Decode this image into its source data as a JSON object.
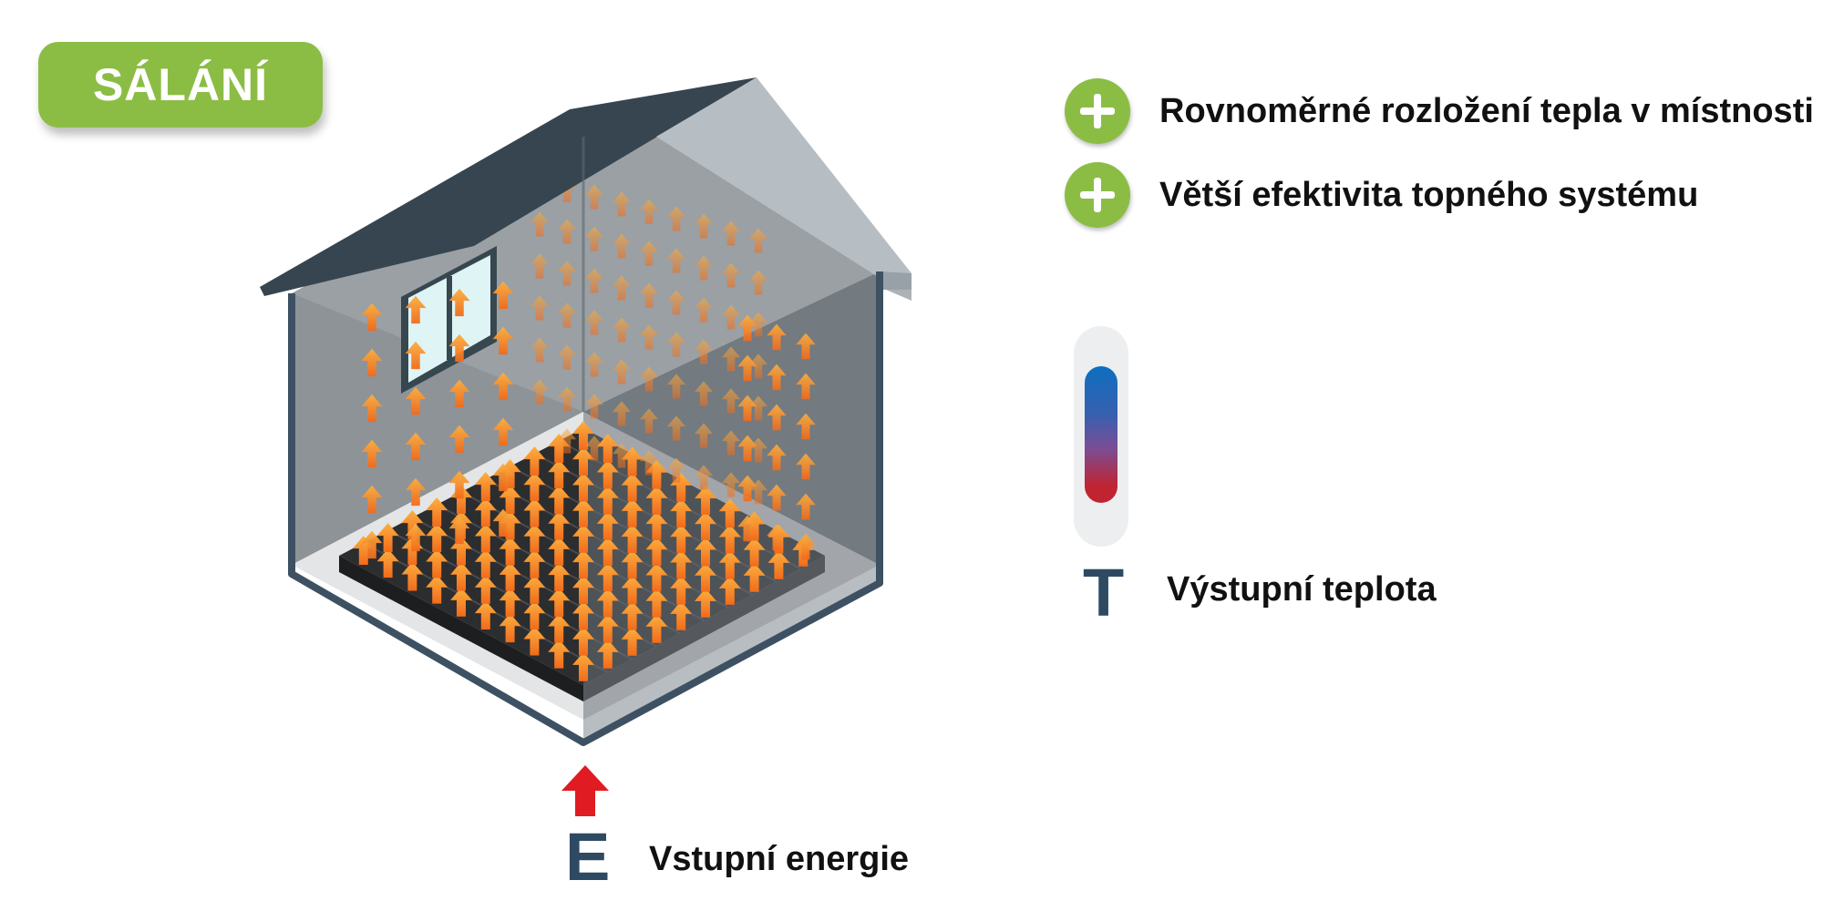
{
  "badge": {
    "title": "SÁLÁNÍ"
  },
  "benefits": [
    {
      "icon": "plus-icon",
      "text": "Rovnoměrné rozložení tepla v místnosti"
    },
    {
      "icon": "plus-icon",
      "text": "Větší efektivita topného systému"
    }
  ],
  "output": {
    "symbol": "T",
    "label": "Výstupní teplota"
  },
  "input": {
    "symbol": "E",
    "label": "Vstupní energie"
  },
  "colors": {
    "accent_green": "#8bbd45",
    "roof": "#36454f",
    "wall_dark": "#3d5163",
    "heat_arrow": "#f7921e",
    "input_arrow": "#e11b22",
    "thermo_hot": "#c12431",
    "thermo_cold": "#0d6fc0"
  }
}
